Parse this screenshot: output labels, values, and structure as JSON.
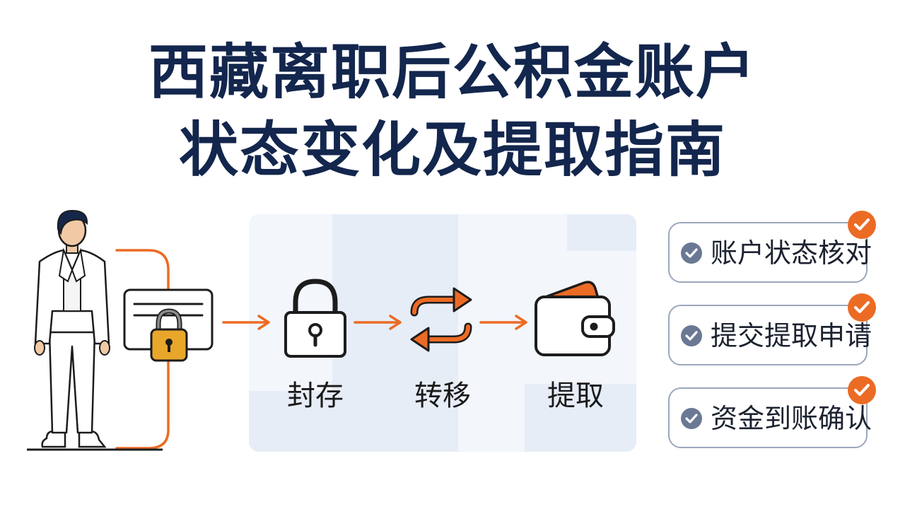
{
  "title": {
    "line1": "西藏离职后公积金账户",
    "line2": "状态变化及提取指南"
  },
  "steps": [
    {
      "label": "封存",
      "icon": "padlock-icon"
    },
    {
      "label": "转移",
      "icon": "transfer-arrows-icon"
    },
    {
      "label": "提取",
      "icon": "wallet-icon"
    }
  ],
  "checklist": [
    {
      "label": "账户状态核对",
      "icon": "checkmark-icon"
    },
    {
      "label": "提交提取申请",
      "icon": "checkmark-icon"
    },
    {
      "label": "资金到账确认",
      "icon": "checkmark-icon"
    }
  ],
  "colors": {
    "title": "#13264d",
    "accent_orange": "#ec6b24",
    "lock_gold": "#e8a62b",
    "check_slate": "#6b7894",
    "card_border": "#9aa7bd",
    "panel_bg": "#f3f6fb"
  },
  "illustration": {
    "person": "person-in-white-suit-icon",
    "card": "locked-account-card-icon"
  }
}
